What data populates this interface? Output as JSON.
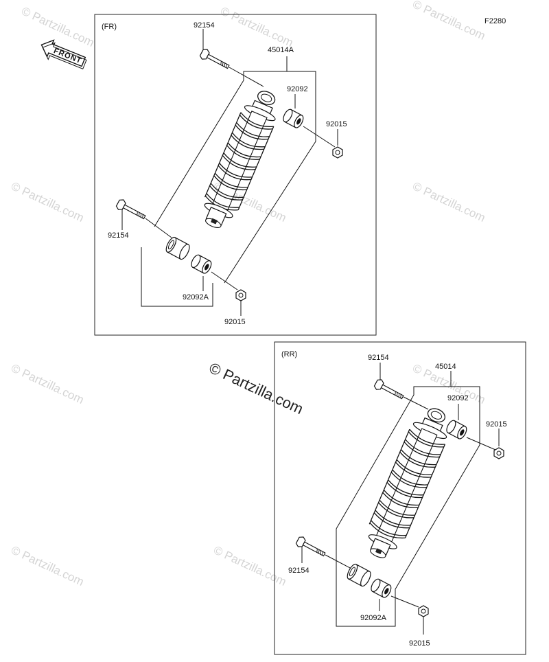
{
  "diagram_code": "F2280",
  "front_label": "FRONT",
  "watermark": "© Partzilla.com",
  "watermark_main": "© Partzilla.com",
  "front_shock": {
    "section_label": "(FR)",
    "assembly_part": "45014A",
    "upper_bolt": "92154",
    "upper_bushing": "92092",
    "upper_nut": "92015",
    "lower_bolt": "92154",
    "lower_bushing": "92092A",
    "lower_nut": "92015"
  },
  "rear_shock": {
    "section_label": "(RR)",
    "assembly_part": "45014",
    "upper_bolt": "92154",
    "upper_bushing": "92092",
    "upper_nut": "92015",
    "lower_bolt": "92154",
    "lower_bushing": "92092A",
    "lower_nut": "92015"
  }
}
